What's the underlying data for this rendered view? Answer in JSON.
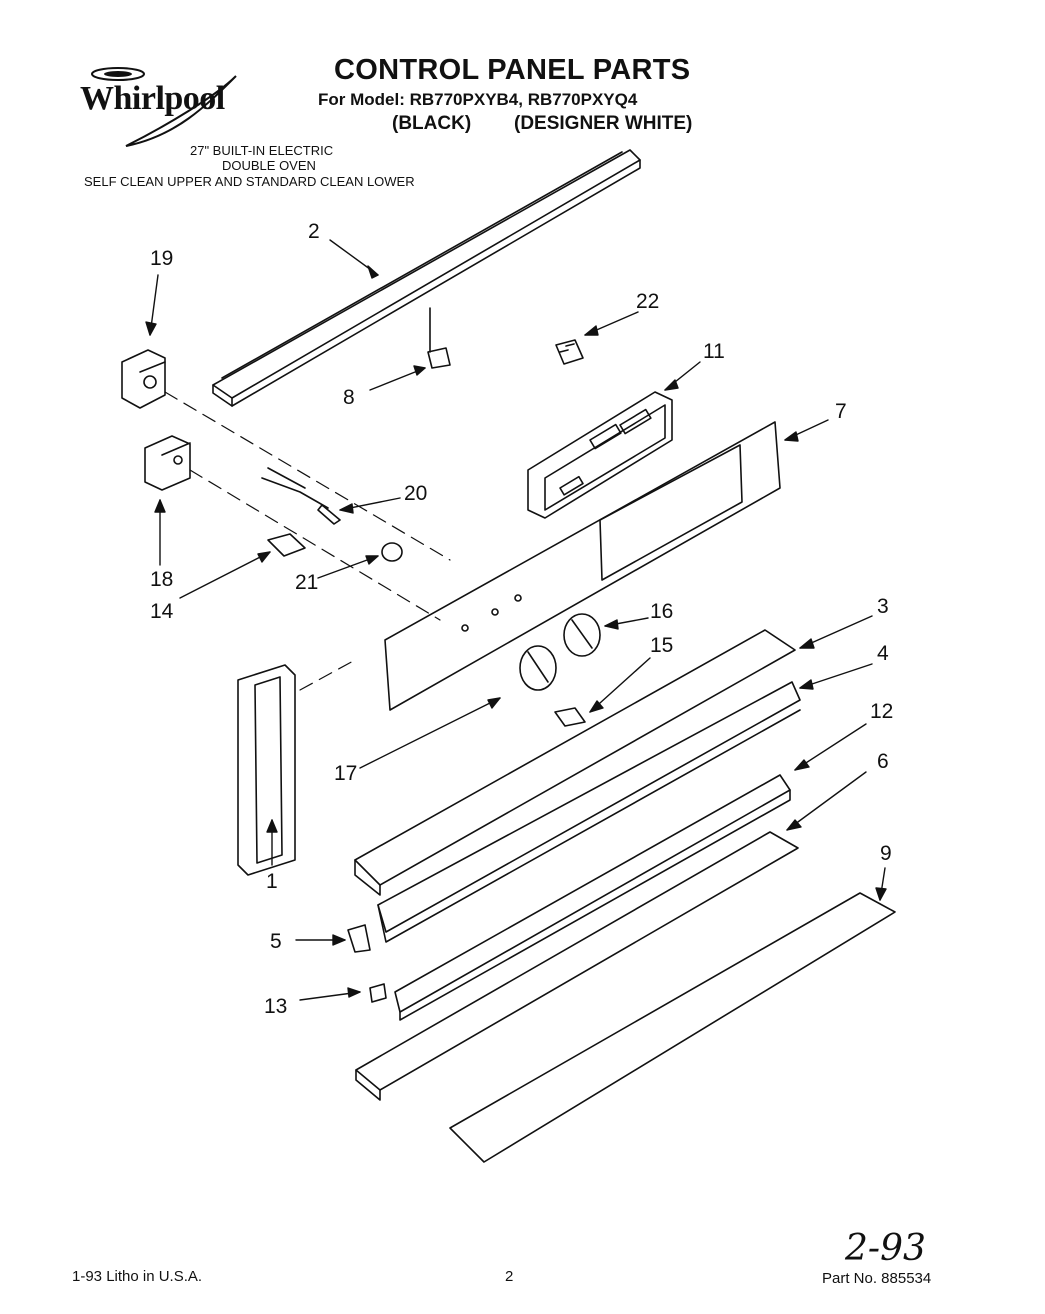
{
  "brand": {
    "logo_text": "Whirlpool"
  },
  "header": {
    "title": "CONTROL PANEL PARTS",
    "model_line": "For Model: RB770PXYB4, RB770PXYQ4",
    "color_black": "(BLACK)",
    "color_white": "(DESIGNER WHITE)"
  },
  "description": {
    "line1": "27\" BUILT-IN ELECTRIC",
    "line2": "DOUBLE OVEN",
    "line3": "SELF CLEAN UPPER AND STANDARD CLEAN LOWER"
  },
  "callouts": {
    "c1": "1",
    "c2": "2",
    "c3": "3",
    "c4": "4",
    "c5": "5",
    "c6": "6",
    "c7": "7",
    "c8": "8",
    "c9": "9",
    "c11": "11",
    "c12": "12",
    "c13": "13",
    "c14": "14",
    "c15": "15",
    "c16": "16",
    "c17": "17",
    "c18": "18",
    "c19": "19",
    "c20": "20",
    "c21": "21",
    "c22": "22"
  },
  "footer": {
    "left": "1-93  Litho in U.S.A.",
    "page": "2",
    "part_no": "Part No. 885534",
    "handwritten_date": "2-93"
  }
}
